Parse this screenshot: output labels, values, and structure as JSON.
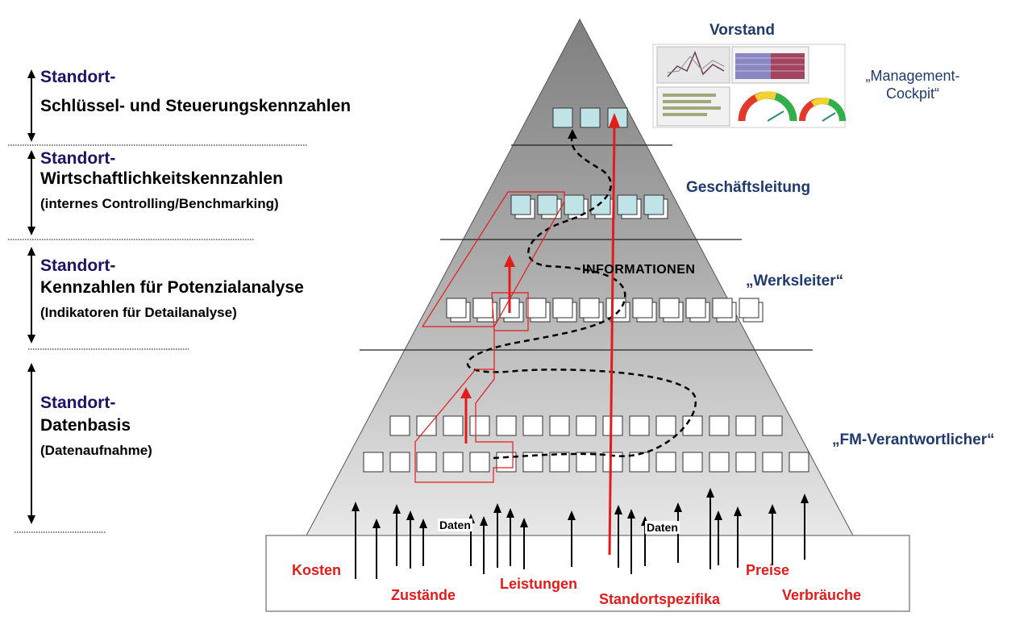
{
  "left_labels": [
    {
      "title": "Standort-",
      "main": "Schlüssel- und Steuerungskennzahlen",
      "sub": ""
    },
    {
      "title": "Standort-",
      "main": "Wirtschaftlichkeitskennzahlen",
      "sub": "(internes Controlling/Benchmarking)"
    },
    {
      "title": "Standort-",
      "main": "Kennzahlen für Potenzialanalyse",
      "sub": "(Indikatoren für Detailanalyse)"
    },
    {
      "title": "Standort-",
      "main": "Datenbasis",
      "sub": "(Datenaufnahme)"
    }
  ],
  "levels": {
    "vorstand": "Vorstand",
    "geschaeftsleitung": "Geschäftsleitung",
    "werksleiter": "„Werksleiter“",
    "fm": "„FM-Verantwortlicher“"
  },
  "cockpit": {
    "line1": "„Management-",
    "line2": "Cockpit“"
  },
  "center_label": "INFORMATIONEN",
  "daten_labels": [
    "Daten",
    "Daten"
  ],
  "base_labels": [
    "Kosten",
    "Zustände",
    "Leistungen",
    "Standortspezifika",
    "Preise",
    "Verbräuche"
  ],
  "colors": {
    "title_navy": "#1b1464",
    "level_blue": "#1f3a6e",
    "accent_red": "#e31b1b",
    "box_cyan": "#bfe3e6",
    "pyramid_top": "#8a8a8a",
    "pyramid_bottom": "#e6e6e6"
  }
}
